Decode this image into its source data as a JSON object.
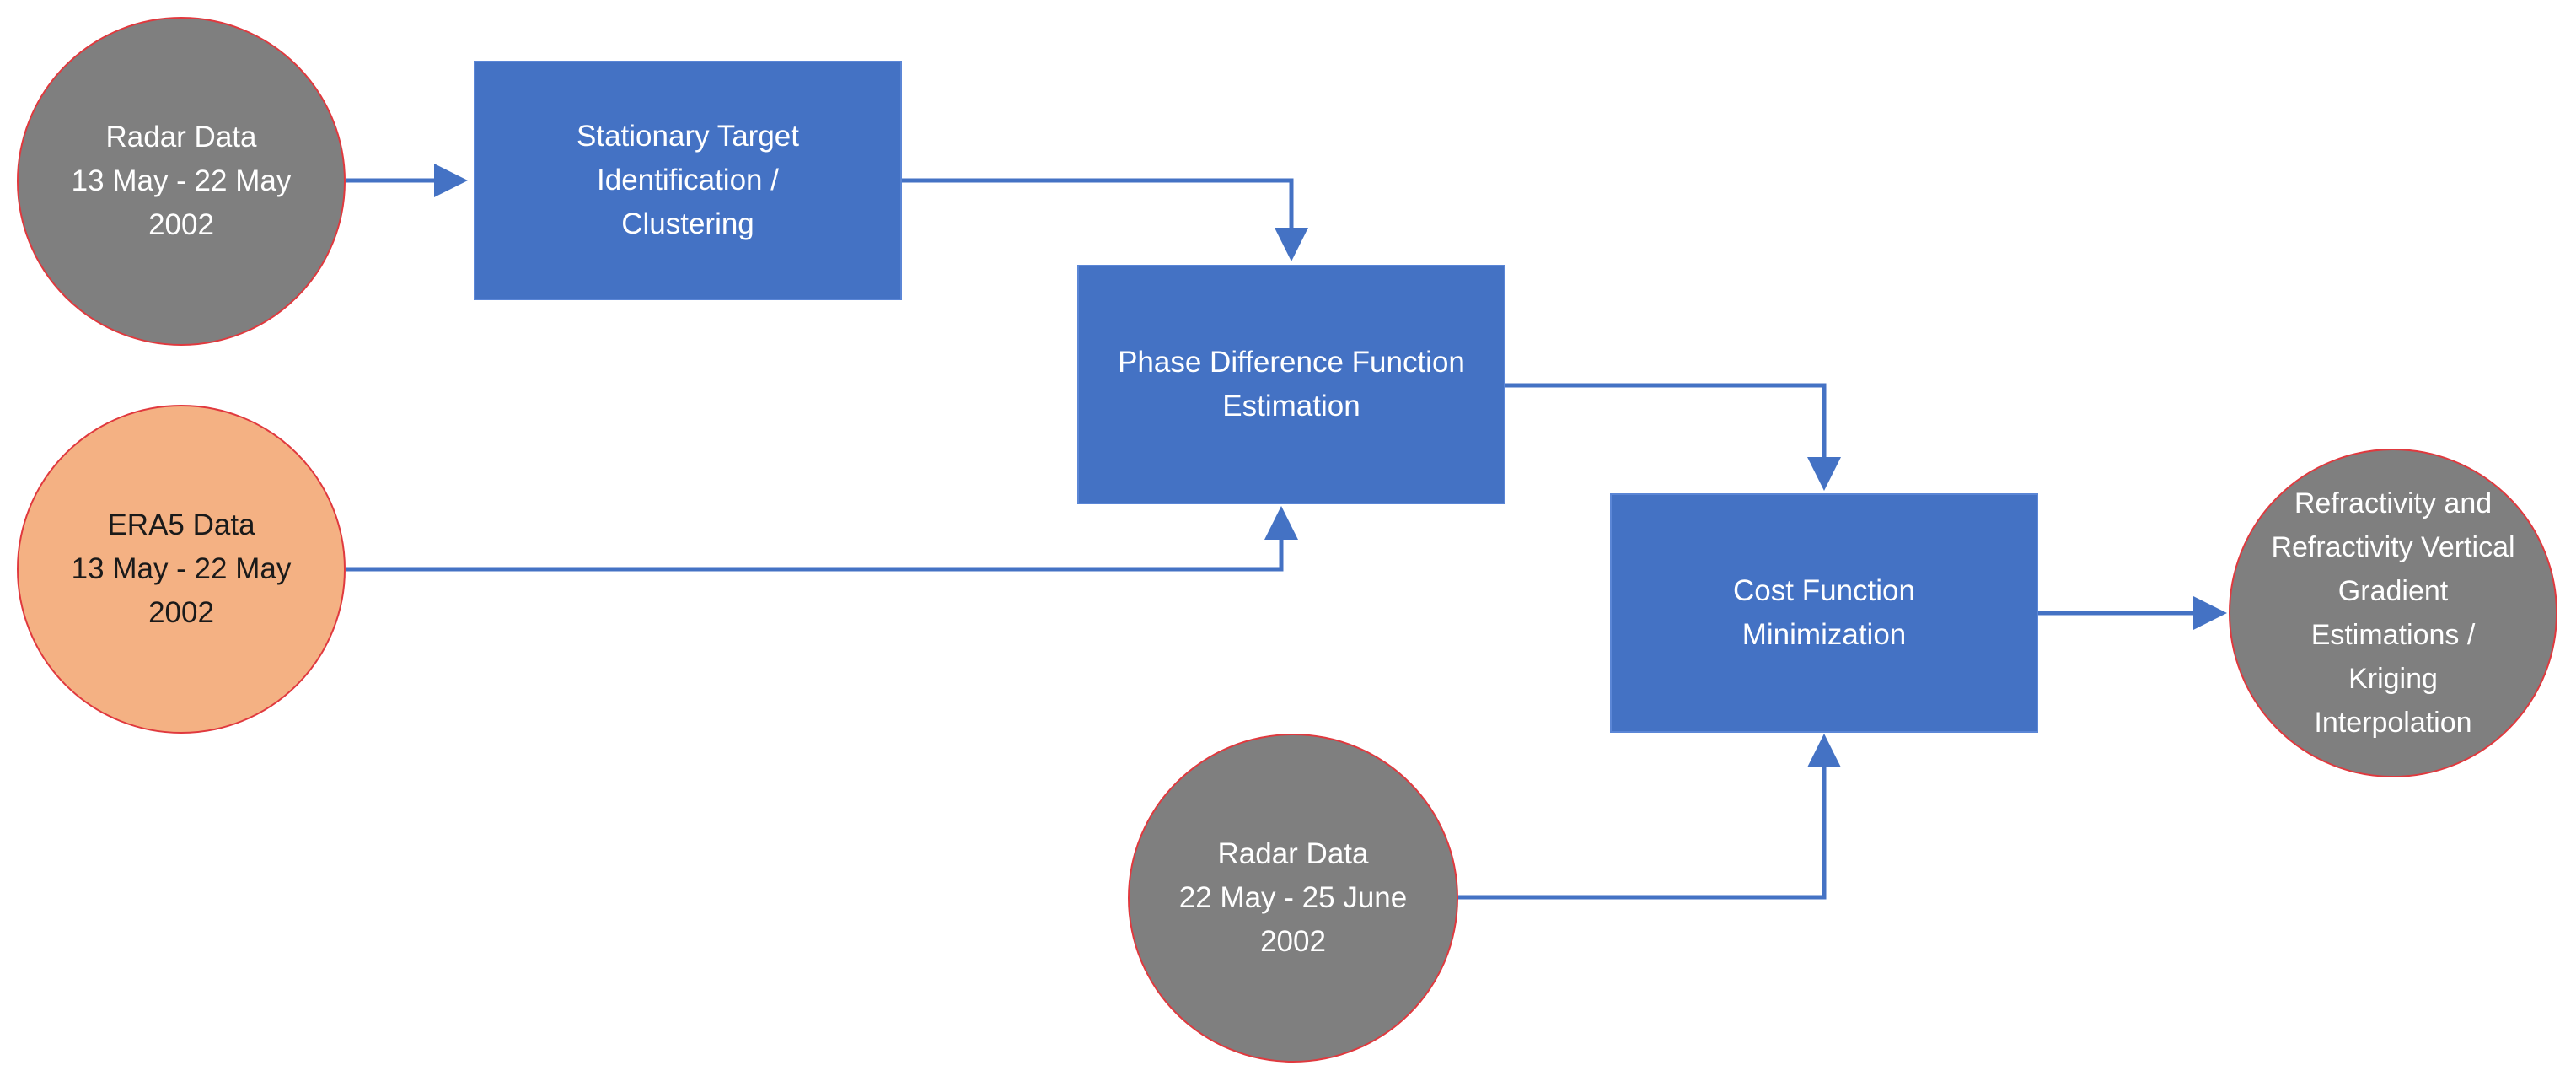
{
  "diagram": {
    "nodes": {
      "radar_data_1": {
        "label": "Radar Data\n13 May - 22 May\n2002",
        "shape": "circle",
        "fill": "#7f7f7f"
      },
      "era5_data": {
        "label": "ERA5 Data\n13 May - 22 May\n2002",
        "shape": "circle",
        "fill": "#f4b183"
      },
      "radar_data_2": {
        "label": "Radar Data\n22 May - 25 June\n2002",
        "shape": "circle",
        "fill": "#7f7f7f"
      },
      "stationary_target": {
        "label": "Stationary Target\nIdentification /\nClustering",
        "shape": "rectangle",
        "fill": "#4472c4"
      },
      "phase_difference": {
        "label": "Phase Difference Function\nEstimation",
        "shape": "rectangle",
        "fill": "#4472c4"
      },
      "cost_function": {
        "label": "Cost Function\nMinimization",
        "shape": "rectangle",
        "fill": "#4472c4"
      },
      "refractivity_output": {
        "label": "Refractivity and\nRefractivity Vertical\nGradient\nEstimations /\nKriging\nInterpolation",
        "shape": "circle",
        "fill": "#7f7f7f"
      }
    },
    "edges": [
      {
        "from": "radar_data_1",
        "to": "stationary_target"
      },
      {
        "from": "stationary_target",
        "to": "phase_difference"
      },
      {
        "from": "era5_data",
        "to": "phase_difference"
      },
      {
        "from": "phase_difference",
        "to": "cost_function"
      },
      {
        "from": "radar_data_2",
        "to": "cost_function"
      },
      {
        "from": "cost_function",
        "to": "refractivity_output"
      }
    ],
    "colors": {
      "connector": "#4472c4",
      "circle_outline": "#e0393e",
      "box_fill": "#4472c4"
    }
  }
}
